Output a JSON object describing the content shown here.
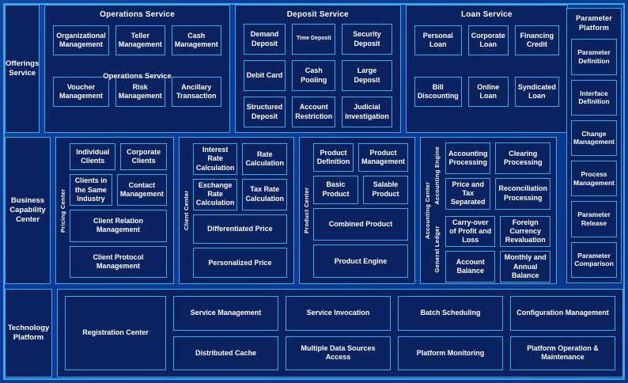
{
  "rows": [
    {
      "rail": "Offerings\nService",
      "panels": [
        {
          "title": "Operations Service",
          "duplicate_title": "Operations Service",
          "cells": [
            "Organizational Management",
            "Teller Management",
            "Cash Management",
            "Voucher Management",
            "Risk Management",
            "Ancillary Transaction"
          ]
        },
        {
          "title": "Deposit Service",
          "cells": [
            "Demand Deposit",
            "Time Deposit",
            "Security Deposit",
            "Debit Card",
            "Cash Pooling",
            "Large Deposit",
            "Structured Deposit",
            "Account Restriction",
            "Judicial Investigation"
          ]
        },
        {
          "title": "Loan Service",
          "cells": [
            "Personal Loan",
            "Corporate Loan",
            "Financing Credit",
            "Bill Discounting",
            "Online Loan",
            "Syndicated Loan"
          ]
        }
      ]
    }
  ],
  "parameter_platform": {
    "title": "Parameter Platform",
    "items": [
      "Parameter Definition",
      "Interface Definition",
      "Change Management",
      "Process Management",
      "Parameter Release",
      "Parameter Comparison"
    ]
  },
  "business": {
    "rail": "Business\nCapability\nCenter",
    "sections": [
      {
        "vlabel": "Pricing Center",
        "pair1": [
          "Individual Clients",
          "Corporate Clients"
        ],
        "pair2": [
          "Clients in the Same Industry",
          "Contact Management"
        ],
        "wide1": "Client Relation Management",
        "wide2": "Client Protocol Management"
      },
      {
        "vlabel": "Client Center",
        "pair1": [
          "Interest Rate Calculation",
          "Rate Calculation"
        ],
        "pair2": [
          "Exchange Rate Calculation",
          "Tax Rate Calculation"
        ],
        "wide1": "Differentiated Price",
        "wide2": "Personalized Price"
      },
      {
        "vlabel": "Product Center",
        "pair1": [
          "Product Definition",
          "Product Management"
        ],
        "pair2": [
          "Basic Product",
          "Salable Product"
        ],
        "wide1": "Combined Product",
        "wide2": "Product Engine"
      }
    ],
    "accounting": {
      "vlabel": "Accounting Center",
      "groups": [
        {
          "vlabel": "Accounting Engine",
          "cells": [
            "Accounting Processing",
            "Clearing Processing",
            "Price and Tax Separated",
            "Reconciliation Processing"
          ]
        },
        {
          "vlabel": "General  Ledger",
          "cells": [
            "Carry-over of Profit and Loss",
            "Foreign Currency Revaluation",
            "Account Balance",
            "Monthly and Annual Balance"
          ]
        }
      ]
    }
  },
  "technology": {
    "rail": "Technology\nPlatform",
    "registration": "Registration Center",
    "columns": [
      [
        "Service Management",
        "Distributed Cache"
      ],
      [
        "Service Invocation",
        "Multiple Data Sources Access"
      ],
      [
        "Batch Scheduling",
        "Platform Monitoring"
      ],
      [
        "Configuration Management",
        "Platform Operation & Maintenance"
      ]
    ]
  },
  "colors": {
    "outer_background": "#0b3ea0",
    "panel_background": "#0a2360",
    "border": "#3ca8e8",
    "text": "#ffffff"
  }
}
